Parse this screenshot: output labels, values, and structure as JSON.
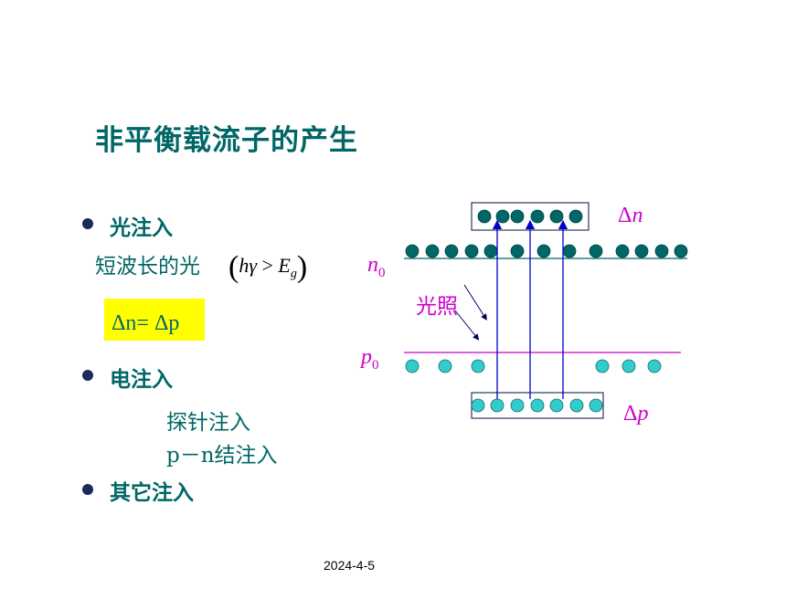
{
  "title": "非平衡载流子的产生",
  "bullets": {
    "b1": "光注入",
    "b2": "电注入",
    "b3": "其它注入"
  },
  "optical": {
    "desc": "短波长的光",
    "formula_h": "h",
    "formula_gamma": "γ",
    "formula_gt": ">",
    "formula_E": "E",
    "formula_g": "g",
    "highlight": "Δn= Δp"
  },
  "electrical": {
    "line1": "探针注入",
    "line2": "p－n结注入"
  },
  "diagram": {
    "delta_n_delta": "Δ",
    "delta_n_var": "n",
    "n0_var": "n",
    "n0_sub": "0",
    "light_label": "光照",
    "p0_var": "p",
    "p0_sub": "0",
    "delta_p_delta": "Δ",
    "delta_p_var": "p"
  },
  "colors": {
    "teal": "#006666",
    "magenta": "#cc00cc",
    "electron": "#006666",
    "hole": "#33cccc",
    "arrow": "#0000cc"
  },
  "footer": {
    "date": "2024-4-5"
  }
}
